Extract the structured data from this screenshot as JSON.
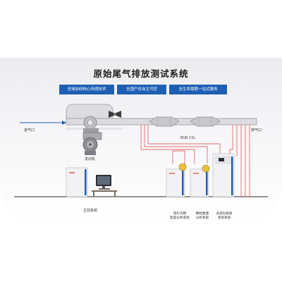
{
  "title": "原始尾气排放测试系统",
  "features": [
    "全域自研核心传感技术",
    "全国产化自主可控",
    "全生命周期一站式服务"
  ],
  "labels": {
    "intake": "进气口",
    "exhaust_outlet": "排气口",
    "egr": "EGR CO₂",
    "engine": "发动机",
    "control_system": "主控系统",
    "analyzer_1": [
      "测尔次颗",
      "粒度分析系统"
    ],
    "analyzer_2": [
      "颗粒数量",
      "分析系统"
    ],
    "analyzer_3": [
      "多组份排放",
      "测试系统"
    ]
  },
  "colors": {
    "accent": "#1e5fb4",
    "pipe": "#d9d9dd",
    "sample_line": "#e56b6b",
    "cabinet": "#f2f2f4"
  }
}
